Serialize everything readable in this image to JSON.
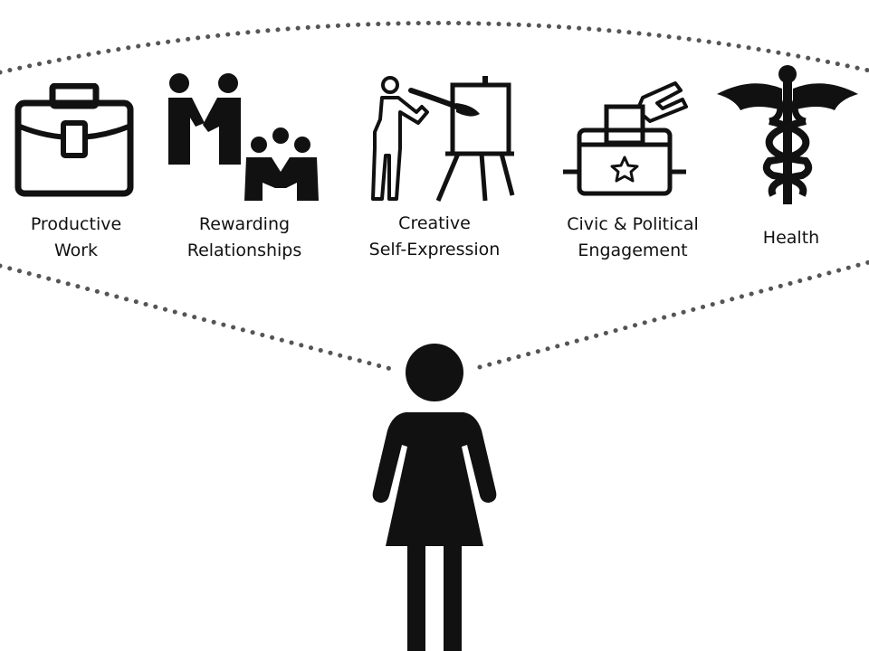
{
  "colors": {
    "ink": "#111111",
    "dots": "#555555",
    "background": "#ffffff"
  },
  "domains": [
    {
      "icon": "briefcase-icon",
      "line1": "Productive",
      "line2": "Work"
    },
    {
      "icon": "people-relationships-icon",
      "line1": "Rewarding",
      "line2": "Relationships"
    },
    {
      "icon": "painter-easel-icon",
      "line1": "Creative",
      "line2": "Self-Expression"
    },
    {
      "icon": "ballot-box-icon",
      "line1": "Civic & Political",
      "line2": "Engagement"
    },
    {
      "icon": "caduceus-icon",
      "line1": "Health",
      "line2": ""
    }
  ],
  "person": {
    "icon": "woman-icon"
  }
}
